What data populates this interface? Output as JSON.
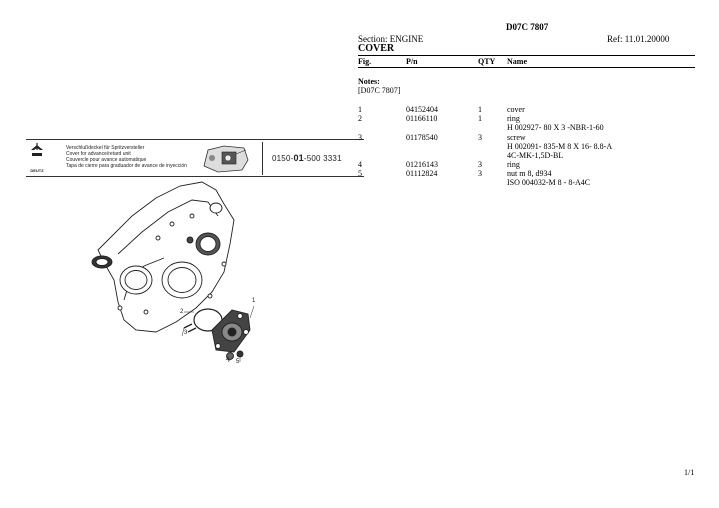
{
  "header": {
    "model": "D07C 7807",
    "section": "Section: ENGINE",
    "ref": "Ref: 11.01.20000",
    "title": "COVER"
  },
  "table": {
    "columns": [
      "Fig.",
      "P/n",
      "QTY",
      "Name"
    ],
    "notes_label": "Notes:",
    "notes_value": "[D07C 7807]",
    "rows": [
      {
        "fig": "1",
        "pn": "04152404",
        "qty": "1",
        "name": [
          "cover"
        ]
      },
      {
        "fig": "2",
        "pn": "01166110",
        "qty": "1",
        "name": [
          "ring",
          "H 002927- 80 X 3 -NBR-1-60"
        ]
      },
      {
        "fig": "3",
        "pn": "01178540",
        "qty": "3",
        "name": [
          "screw",
          "H 002091- 835-M 8 X 16- 8.8-A",
          "4C-MK-1,5D-BL"
        ]
      },
      {
        "fig": "4",
        "pn": "01216143",
        "qty": "3",
        "name": [
          "ring"
        ]
      },
      {
        "fig": "5",
        "pn": "01112824",
        "qty": "3",
        "name": [
          "nut m 8, d934",
          "ISO 004032-M 8 - 8-A4C"
        ]
      }
    ]
  },
  "plate": {
    "brand": "DEUTZ",
    "captions": [
      "Verschlußdeckel für Spritzversteller",
      "Cover for advance/retard unit",
      "Couvercle pour avance automatique",
      "Tapa de cierre para graduador de avance de inyección"
    ],
    "group_prefix": "0150-",
    "group_mid": "01",
    "group_suffix": "-500 3331",
    "callouts": [
      "1",
      "2",
      "3",
      "4",
      "5"
    ]
  },
  "footer": {
    "page": "1/1"
  }
}
